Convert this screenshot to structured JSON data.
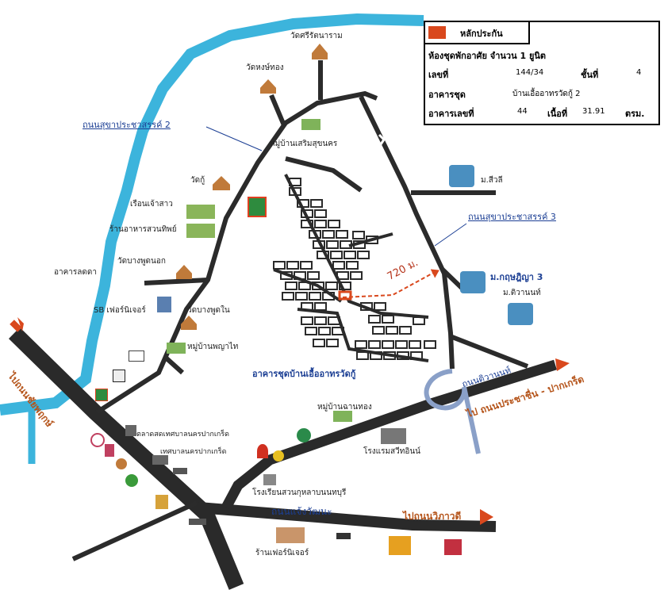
{
  "legend": {
    "swatch_color": "#d9481d",
    "title": "หลักประกัน",
    "heading": "ห้องชุดพักอาศัย จำนวน 1 ยูนิต",
    "no_label": "เลขที่",
    "no_value": "144/34",
    "floor_label": "ชั้นที่",
    "floor_value": "4",
    "building_label": "อาคารชุด",
    "building_value": "บ้านเอื้ออาทรวัดกู้ 2",
    "bldg_no_label": "อาคารเลขที่",
    "bldg_no_value": "44",
    "area_label": "เนื้อที่",
    "area_value": "31.91",
    "area_unit": "ตรม."
  },
  "labels": {
    "wat_sri": "วัดศรีรัตนาราม",
    "wat_hong": "วัดหงษ์ทอง",
    "road_sukha2": "ถนนสุขาประชาสรรค์ 2",
    "mb_serm": "หมู่บ้านเสริมสุขนคร",
    "wat_ku": "วัดกู้",
    "ruen_jaosao": "เรือนเจ้าสาว",
    "ran_suanthip": "ร้านอาหารสวนทิพย์",
    "wat_bangphut_nok": "วัดบางพูดนอก",
    "akan_ladda": "อาคารลดดา",
    "sb_furniture": "SB เฟอร์นิเจอร์",
    "wat_bangphut_nai": "วัดบางพูดใน",
    "mb_phaya": "หมู่บ้านพญาไท",
    "to_chaiyaphruek": "ไปถนนชัยพฤกษ์",
    "mb_siwili": "ม.สีวลี",
    "road_sukha3": "ถนนสุขาประชาสรรค์ 3",
    "dist": "720 ม.",
    "mb_kritsada": "ม.กฤษฎิญา 3",
    "mb_tiwanon": "ม.ติวานนท์",
    "akan_chut": "อาคารชุดบ้านเอื้ออาทรวัดกู้",
    "road_tiwanon": "ถนนติวานนท์",
    "to_pracha": "ไป ถนนประชาชื่น - ปากเกร็ด",
    "talat": "ตลาดสดเทศบาลนครปากเกร็ด",
    "tessaban": "เทศบาลนครปากเกร็ด",
    "mb_chanthong": "หมู่บ้านฉานทอง",
    "rongraem": "โรงแรมสวีทอินน์",
    "rongrian": "โรงเรียนสวนกุหลาบนนทบุรี",
    "road_chaengwattana": "ถนนแจ้งวัฒนะ",
    "to_vibhavadi": "ไปถนนวิภาวดี",
    "ran_furniture": "ร้านเฟอร์นิเจอร์"
  },
  "colors": {
    "river": "#3cb4dc",
    "road": "#2b2b2b",
    "main_road": "#2a2a2a",
    "highlight": "#d9481d",
    "arrow": "#d9481d"
  }
}
